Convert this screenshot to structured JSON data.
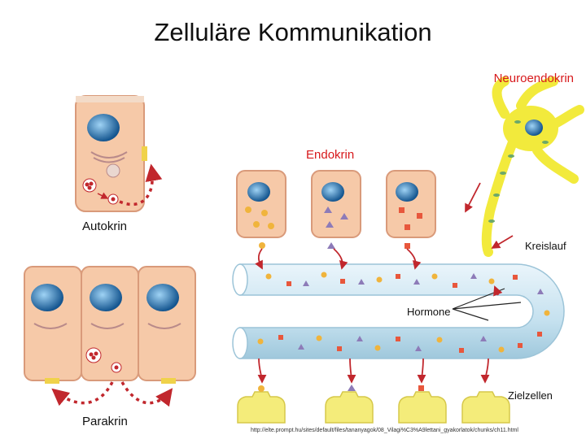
{
  "title": "Zelluläre Kommunikation",
  "labels": {
    "neuroendokrin": "Neuroendokrin",
    "endokrin": "Endokrin",
    "autokrin": "Autokrin",
    "kreislauf": "Kreislauf",
    "hormone": "Hormone",
    "zielzellen": "Zielzellen",
    "parakrin": "Parakrin"
  },
  "source_url": "http://elte.prompt.hu/sites/default/files/tananyagok/08_Vilagi%C3%A9lettani_gyakorlatok/chunks/ch11.html",
  "colors": {
    "cell_fill": "#f6c9a8",
    "cell_stroke": "#d99a7a",
    "nucleus": "#1f6fb3",
    "signal_red": "#c1272d",
    "vessel": "#cfe6f2",
    "neuron": "#f2ea3c",
    "target": "#f4ec7a",
    "label_red": "#d7191c"
  },
  "icons": [
    "cell-icon",
    "nucleus-icon",
    "neuron-icon",
    "blood-vessel-icon",
    "target-cell-icon",
    "arrow-icon"
  ]
}
